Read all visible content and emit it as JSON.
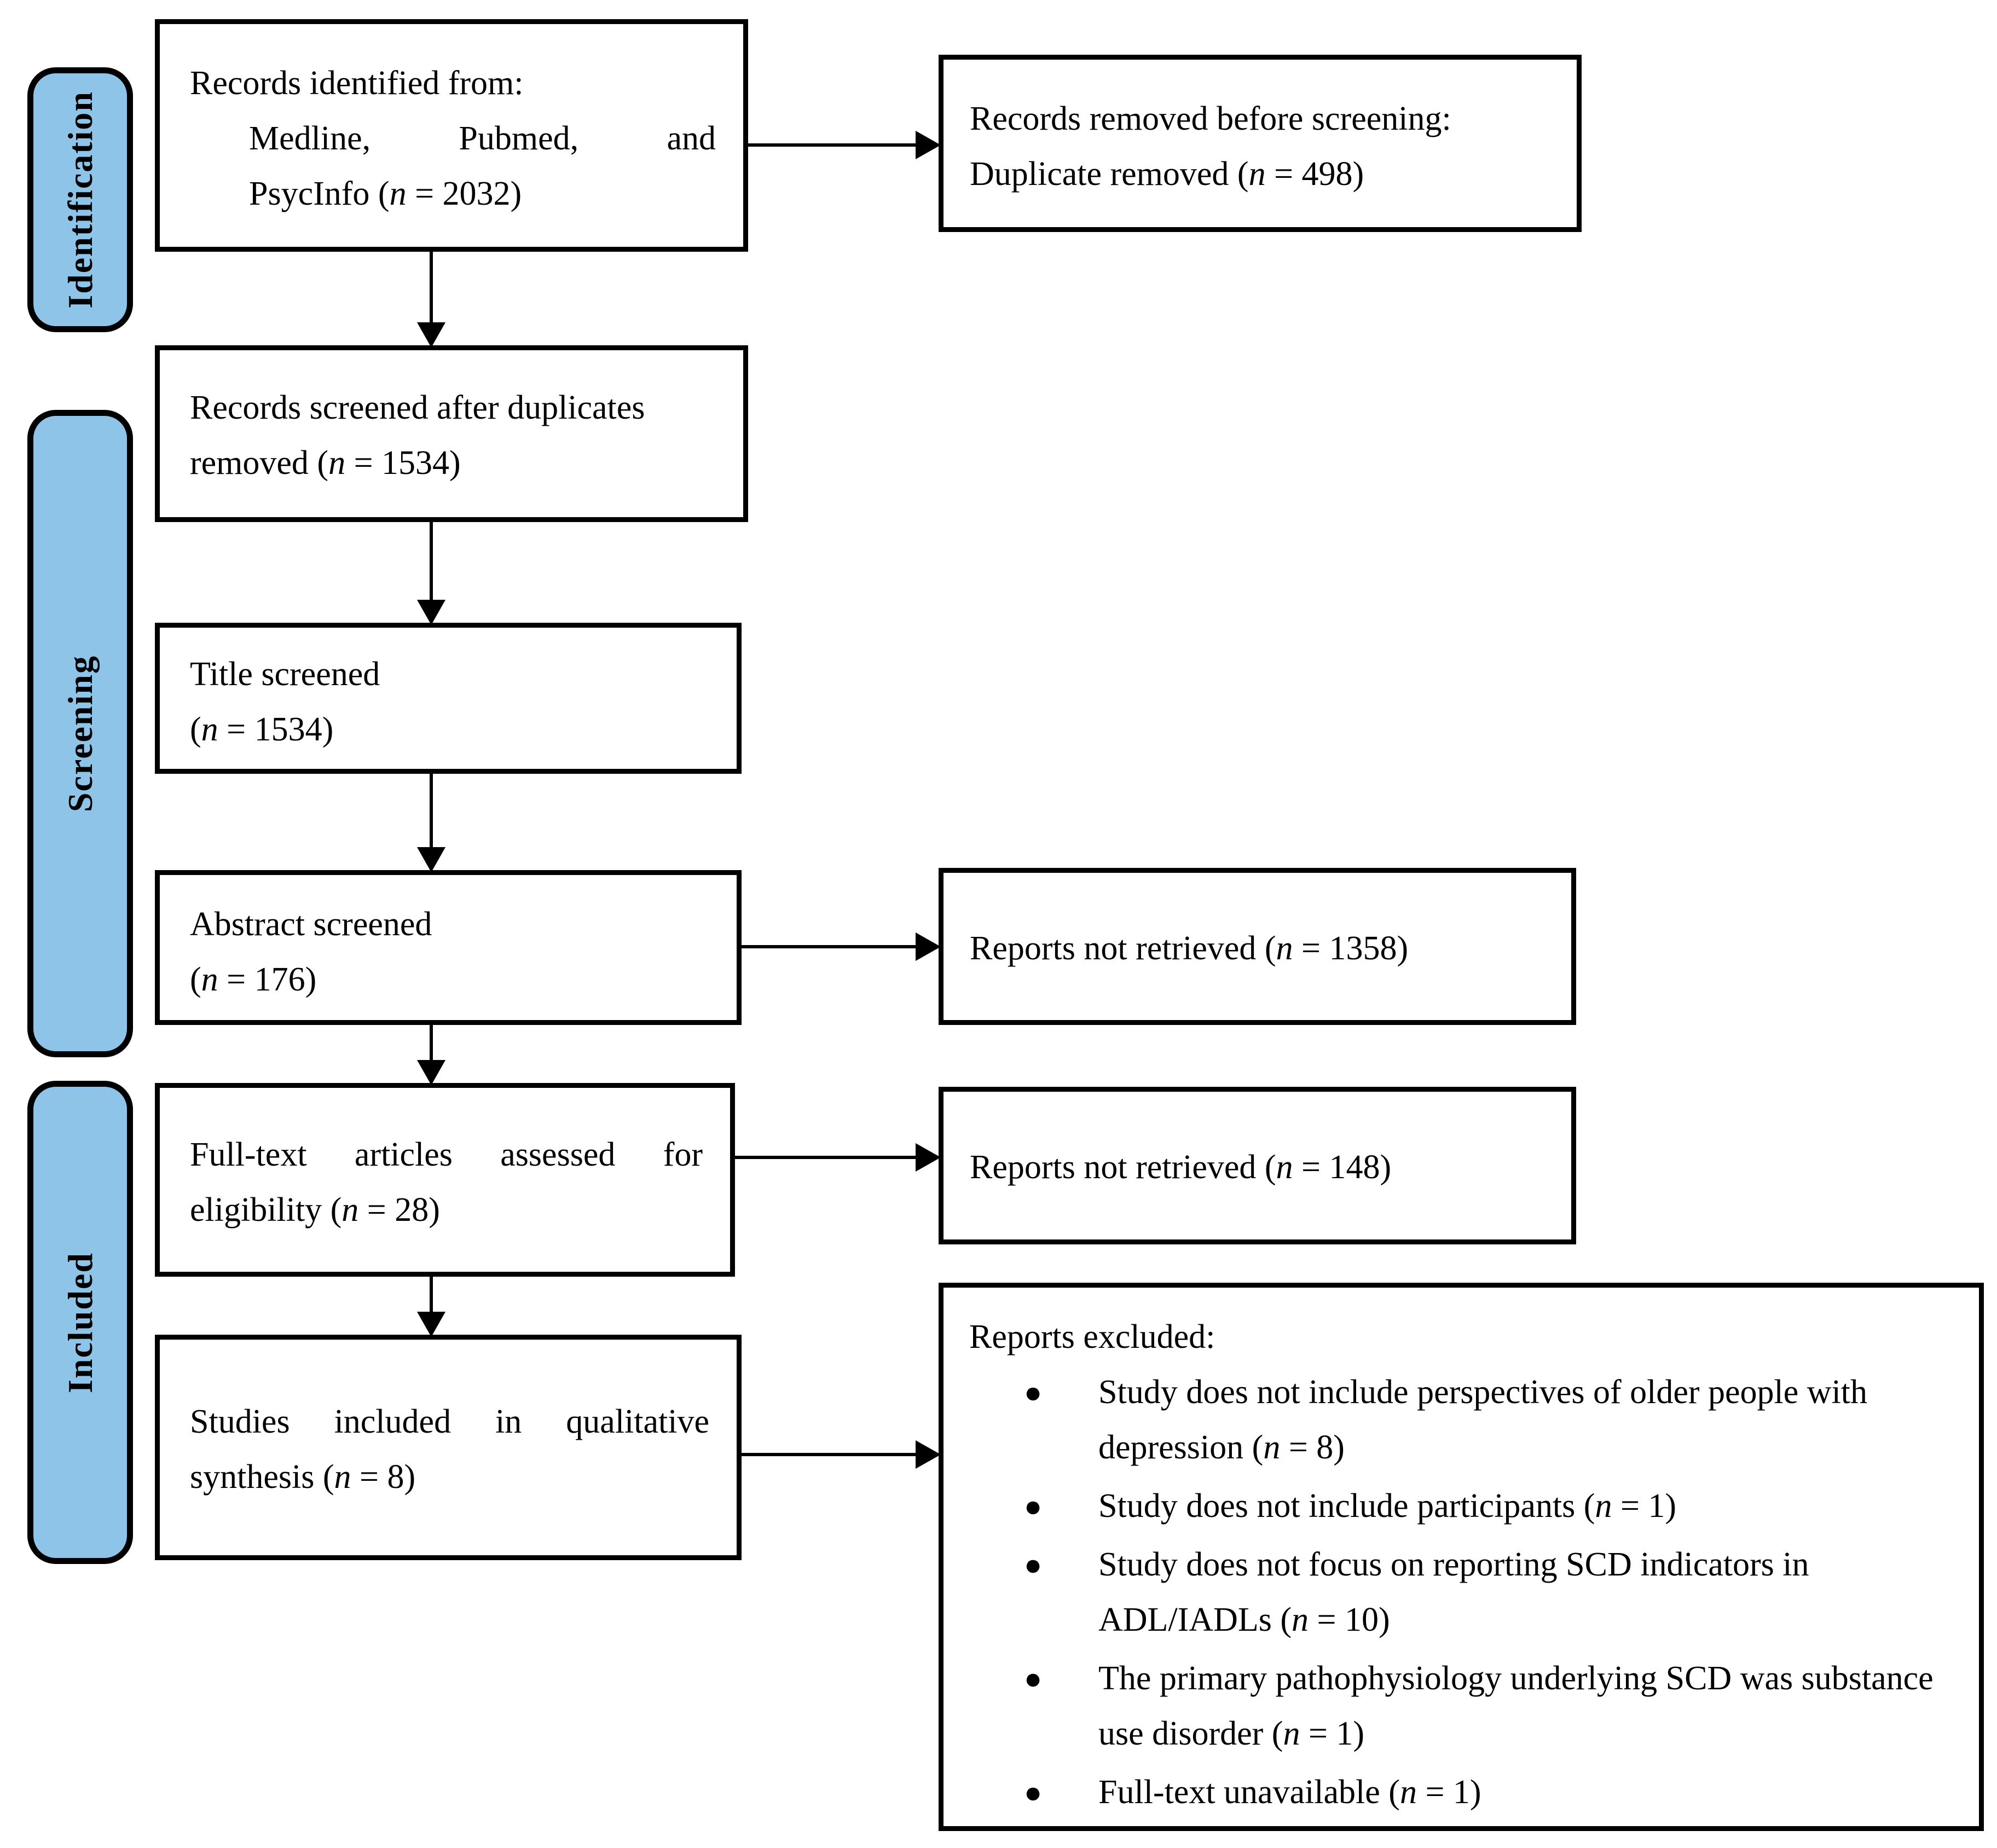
{
  "figure_type": "prisma-flow-diagram",
  "colors": {
    "stage_fill": "#8ec4e8",
    "line_color": "#000000",
    "background": "#ffffff"
  },
  "stages": [
    {
      "label": "Identification"
    },
    {
      "label": "Screening"
    },
    {
      "label": "Included"
    }
  ],
  "boxes": {
    "identified": {
      "line1": "Records identified from:",
      "line2": "Medline, Pubmed, and",
      "line3_pre": "PsycInfo (",
      "line3_n": "n",
      "line3_post": " = 2032)"
    },
    "removed": {
      "line1": "Records removed before screening:",
      "line2_pre": "Duplicate removed (",
      "line2_n": "n",
      "line2_post": " = 498)"
    },
    "screened": {
      "line1": "Records screened after duplicates",
      "line2_pre": "removed (",
      "line2_n": "n",
      "line2_post": " = 1534)"
    },
    "title_screened": {
      "line1": "Title screened",
      "line2_pre": "(",
      "line2_n": "n",
      "line2_post": " = 1534)"
    },
    "abstract_screened": {
      "line1": "Abstract screened",
      "line2_pre": "(",
      "line2_n": "n",
      "line2_post": " = 176)"
    },
    "not_retrieved_abstract": {
      "pre": "Reports not retrieved (",
      "n": "n",
      "post": " = 1358)"
    },
    "full_text": {
      "line1": "Full-text articles assessed for",
      "line2_pre": "eligibility (",
      "line2_n": "n",
      "line2_post": " = 28)"
    },
    "not_retrieved_fulltext": {
      "pre": "Reports not retrieved (",
      "n": "n",
      "post": " = 148)"
    },
    "qualitative": {
      "line1": "Studies included in qualitative",
      "line2_pre": "synthesis (",
      "line2_n": "n",
      "line2_post": " = 8)"
    },
    "excluded": {
      "header": "Reports excluded:",
      "items": [
        {
          "pre": "Study does not include perspectives of older people with depression (",
          "n": "n",
          "post": " = 8)"
        },
        {
          "pre": "Study does not include participants (",
          "n": "n",
          "post": " = 1)"
        },
        {
          "pre": "Study does not focus on reporting SCD indicators in ADL/IADLs (",
          "n": "n",
          "post": " = 10)"
        },
        {
          "pre": "The primary pathophysiology underlying SCD was substance use disorder (",
          "n": "n",
          "post": " = 1)"
        },
        {
          "pre": "Full-text unavailable (",
          "n": "n",
          "post": " = 1)"
        }
      ]
    }
  }
}
